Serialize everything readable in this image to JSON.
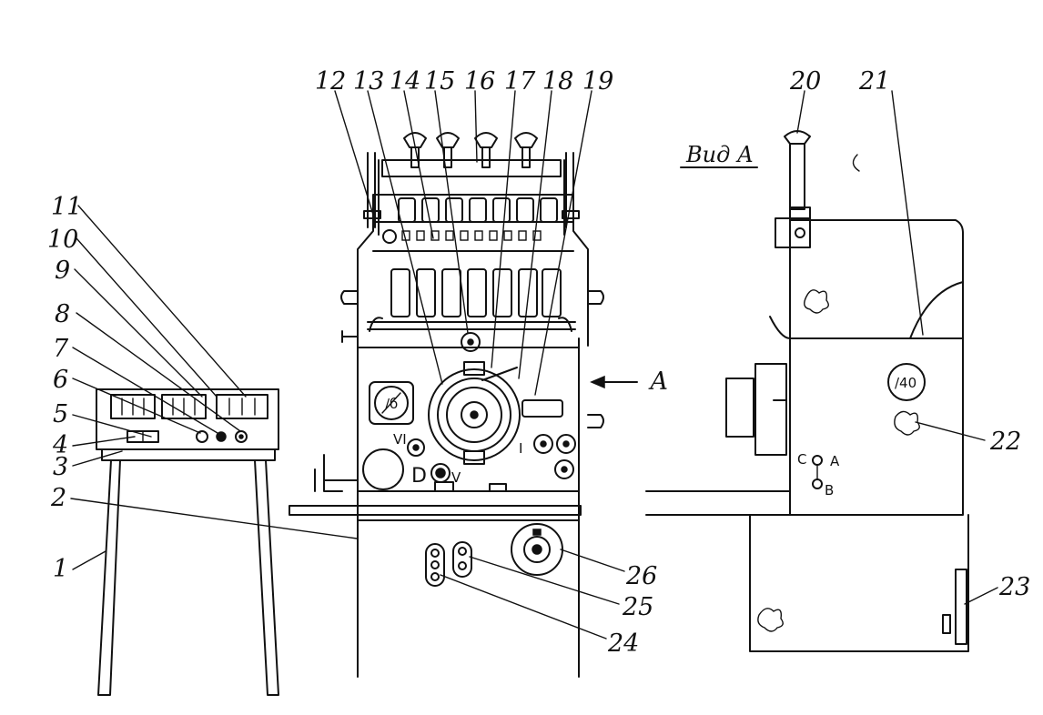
{
  "figure": {
    "view_title": "Вид А",
    "view_marker": "А",
    "callouts": [
      "1",
      "2",
      "3",
      "4",
      "5",
      "6",
      "7",
      "8",
      "9",
      "10",
      "11",
      "12",
      "13",
      "14",
      "15",
      "16",
      "17",
      "18",
      "19",
      "20",
      "21",
      "22",
      "23",
      "24",
      "25",
      "26"
    ],
    "markings": {
      "dial_left": "/б",
      "dial_right": "/40",
      "roman_vi": "VI",
      "roman_v": "V",
      "roman_i": "I",
      "letter_d": "D",
      "letter_c": "C",
      "letter_a": "A",
      "letter_b": "B"
    }
  }
}
